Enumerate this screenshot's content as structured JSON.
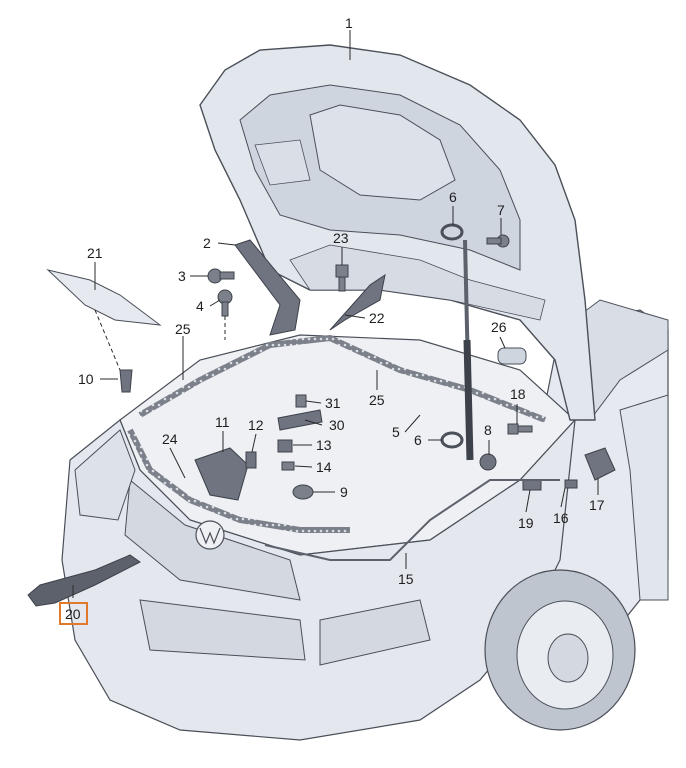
{
  "diagram": {
    "colors": {
      "car_body": "#e9ecf2",
      "car_shade": "#cfd5df",
      "outline": "#4a4f58",
      "parts": "#6f7480",
      "highlight": "#e07a2a"
    },
    "highlighted_callout": "20",
    "callouts": [
      {
        "id": "c1",
        "label": "1"
      },
      {
        "id": "c2",
        "label": "2"
      },
      {
        "id": "c3",
        "label": "3"
      },
      {
        "id": "c4",
        "label": "4"
      },
      {
        "id": "c5",
        "label": "5"
      },
      {
        "id": "c6a",
        "label": "6"
      },
      {
        "id": "c6b",
        "label": "6"
      },
      {
        "id": "c7",
        "label": "7"
      },
      {
        "id": "c8",
        "label": "8"
      },
      {
        "id": "c9",
        "label": "9"
      },
      {
        "id": "c10",
        "label": "10"
      },
      {
        "id": "c11",
        "label": "11"
      },
      {
        "id": "c12",
        "label": "12"
      },
      {
        "id": "c13",
        "label": "13"
      },
      {
        "id": "c14",
        "label": "14"
      },
      {
        "id": "c15",
        "label": "15"
      },
      {
        "id": "c16",
        "label": "16"
      },
      {
        "id": "c17",
        "label": "17"
      },
      {
        "id": "c18",
        "label": "18"
      },
      {
        "id": "c19",
        "label": "19"
      },
      {
        "id": "c20",
        "label": "20"
      },
      {
        "id": "c21",
        "label": "21"
      },
      {
        "id": "c22",
        "label": "22"
      },
      {
        "id": "c23",
        "label": "23"
      },
      {
        "id": "c24",
        "label": "24"
      },
      {
        "id": "c25a",
        "label": "25"
      },
      {
        "id": "c25b",
        "label": "25"
      },
      {
        "id": "c26",
        "label": "26"
      },
      {
        "id": "c30",
        "label": "30"
      },
      {
        "id": "c31",
        "label": "31"
      }
    ]
  }
}
